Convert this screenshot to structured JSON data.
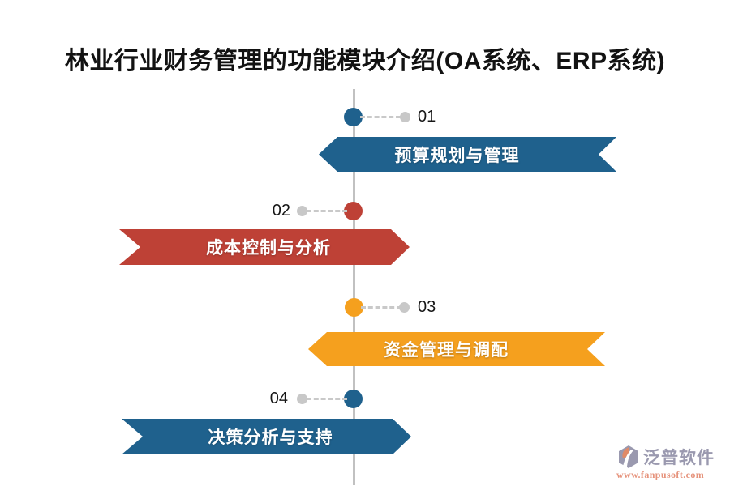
{
  "title": "林业行业财务管理的功能模块介绍(OA系统、ERP系统)",
  "timeline": {
    "line_color": "#C1C1C1",
    "connector_color": "#C9C9C9",
    "marker_gray_color": "#C8C8C8",
    "items": [
      {
        "number": "01",
        "label": "预算规划与管理",
        "color": "#1F618D",
        "side": "right"
      },
      {
        "number": "02",
        "label": "成本控制与分析",
        "color": "#BE4136",
        "side": "left"
      },
      {
        "number": "03",
        "label": "资金管理与调配",
        "color": "#F5A01E",
        "side": "right"
      },
      {
        "number": "04",
        "label": "决策分析与支持",
        "color": "#1F618D",
        "side": "left"
      }
    ]
  },
  "watermark": {
    "brand": "泛普软件",
    "url": "www.fanpusoft.com",
    "brand_color": "#9A99AF",
    "url_color": "#E6937C",
    "icon_gray": "#9A99AF",
    "icon_orange": "#E08A67"
  }
}
